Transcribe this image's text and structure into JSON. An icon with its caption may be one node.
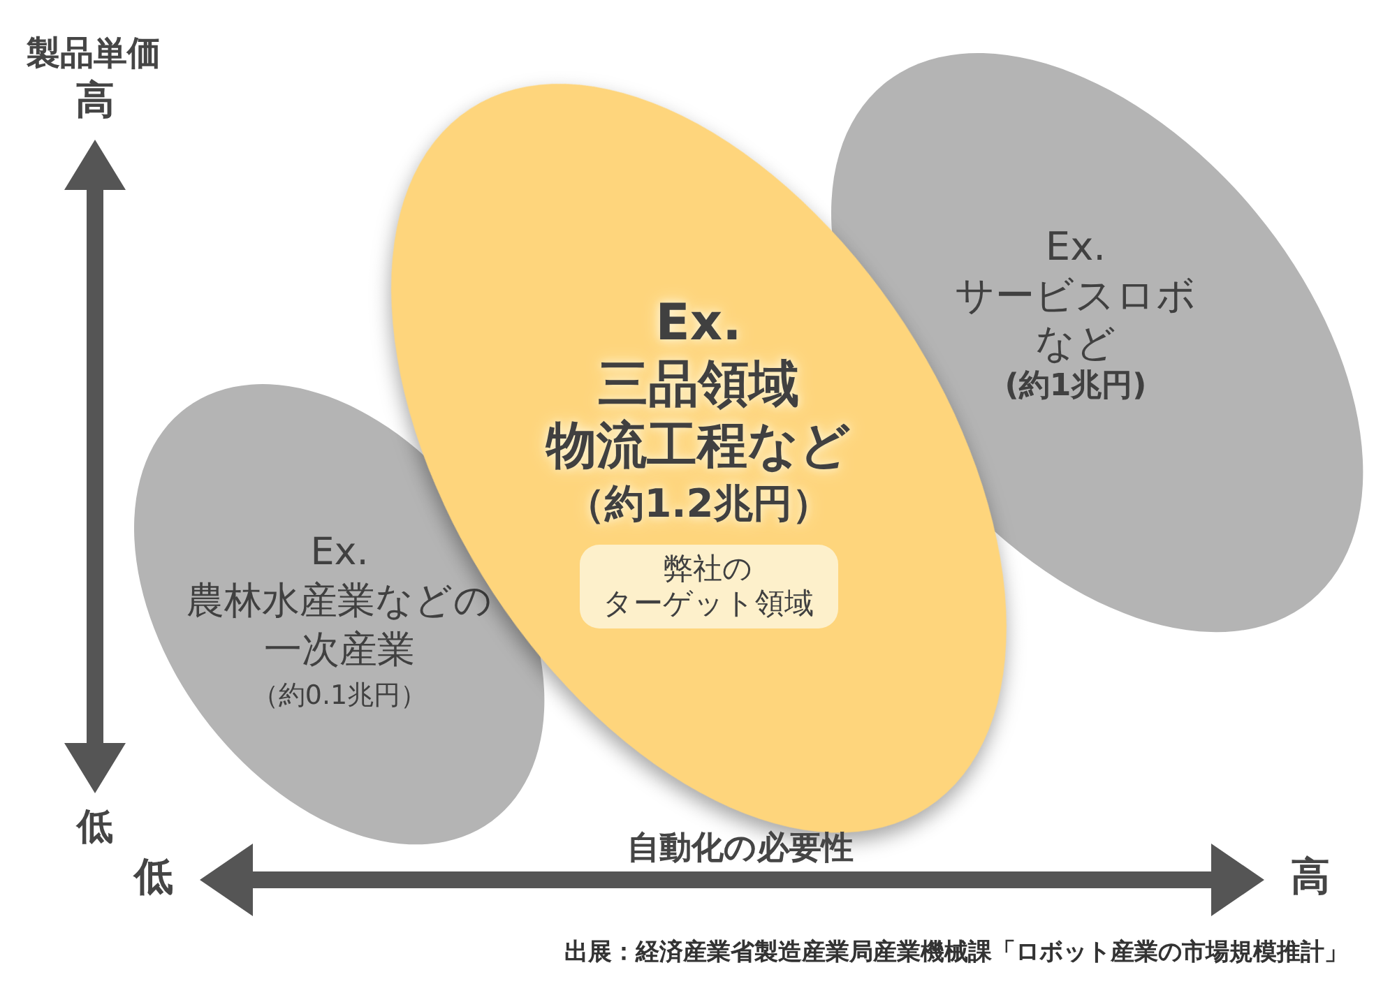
{
  "diagram": {
    "caption": "出展：経済産業省製造産業局産業機械課「ロボット産業の市場規模推計」",
    "nodes": [
      {
        "text": [
          "Ex.",
          "農林水産業などの一次産業",
          "（約0.1兆円）"
        ]
      },
      {
        "text": [
          "Ex.",
          "三品領域物流工程など",
          "（約1.2兆円）"
        ]
      },
      {
        "text": [
          "弊社のターゲット領域"
        ],
        "in": 1
      },
      {
        "text": [
          "Ex.",
          "サービスロボなど",
          "(約1兆円)"
        ]
      }
    ],
    "labels": [
      "製品単価",
      "高",
      "低",
      "自動化の必要性",
      "低",
      "高"
    ]
  }
}
